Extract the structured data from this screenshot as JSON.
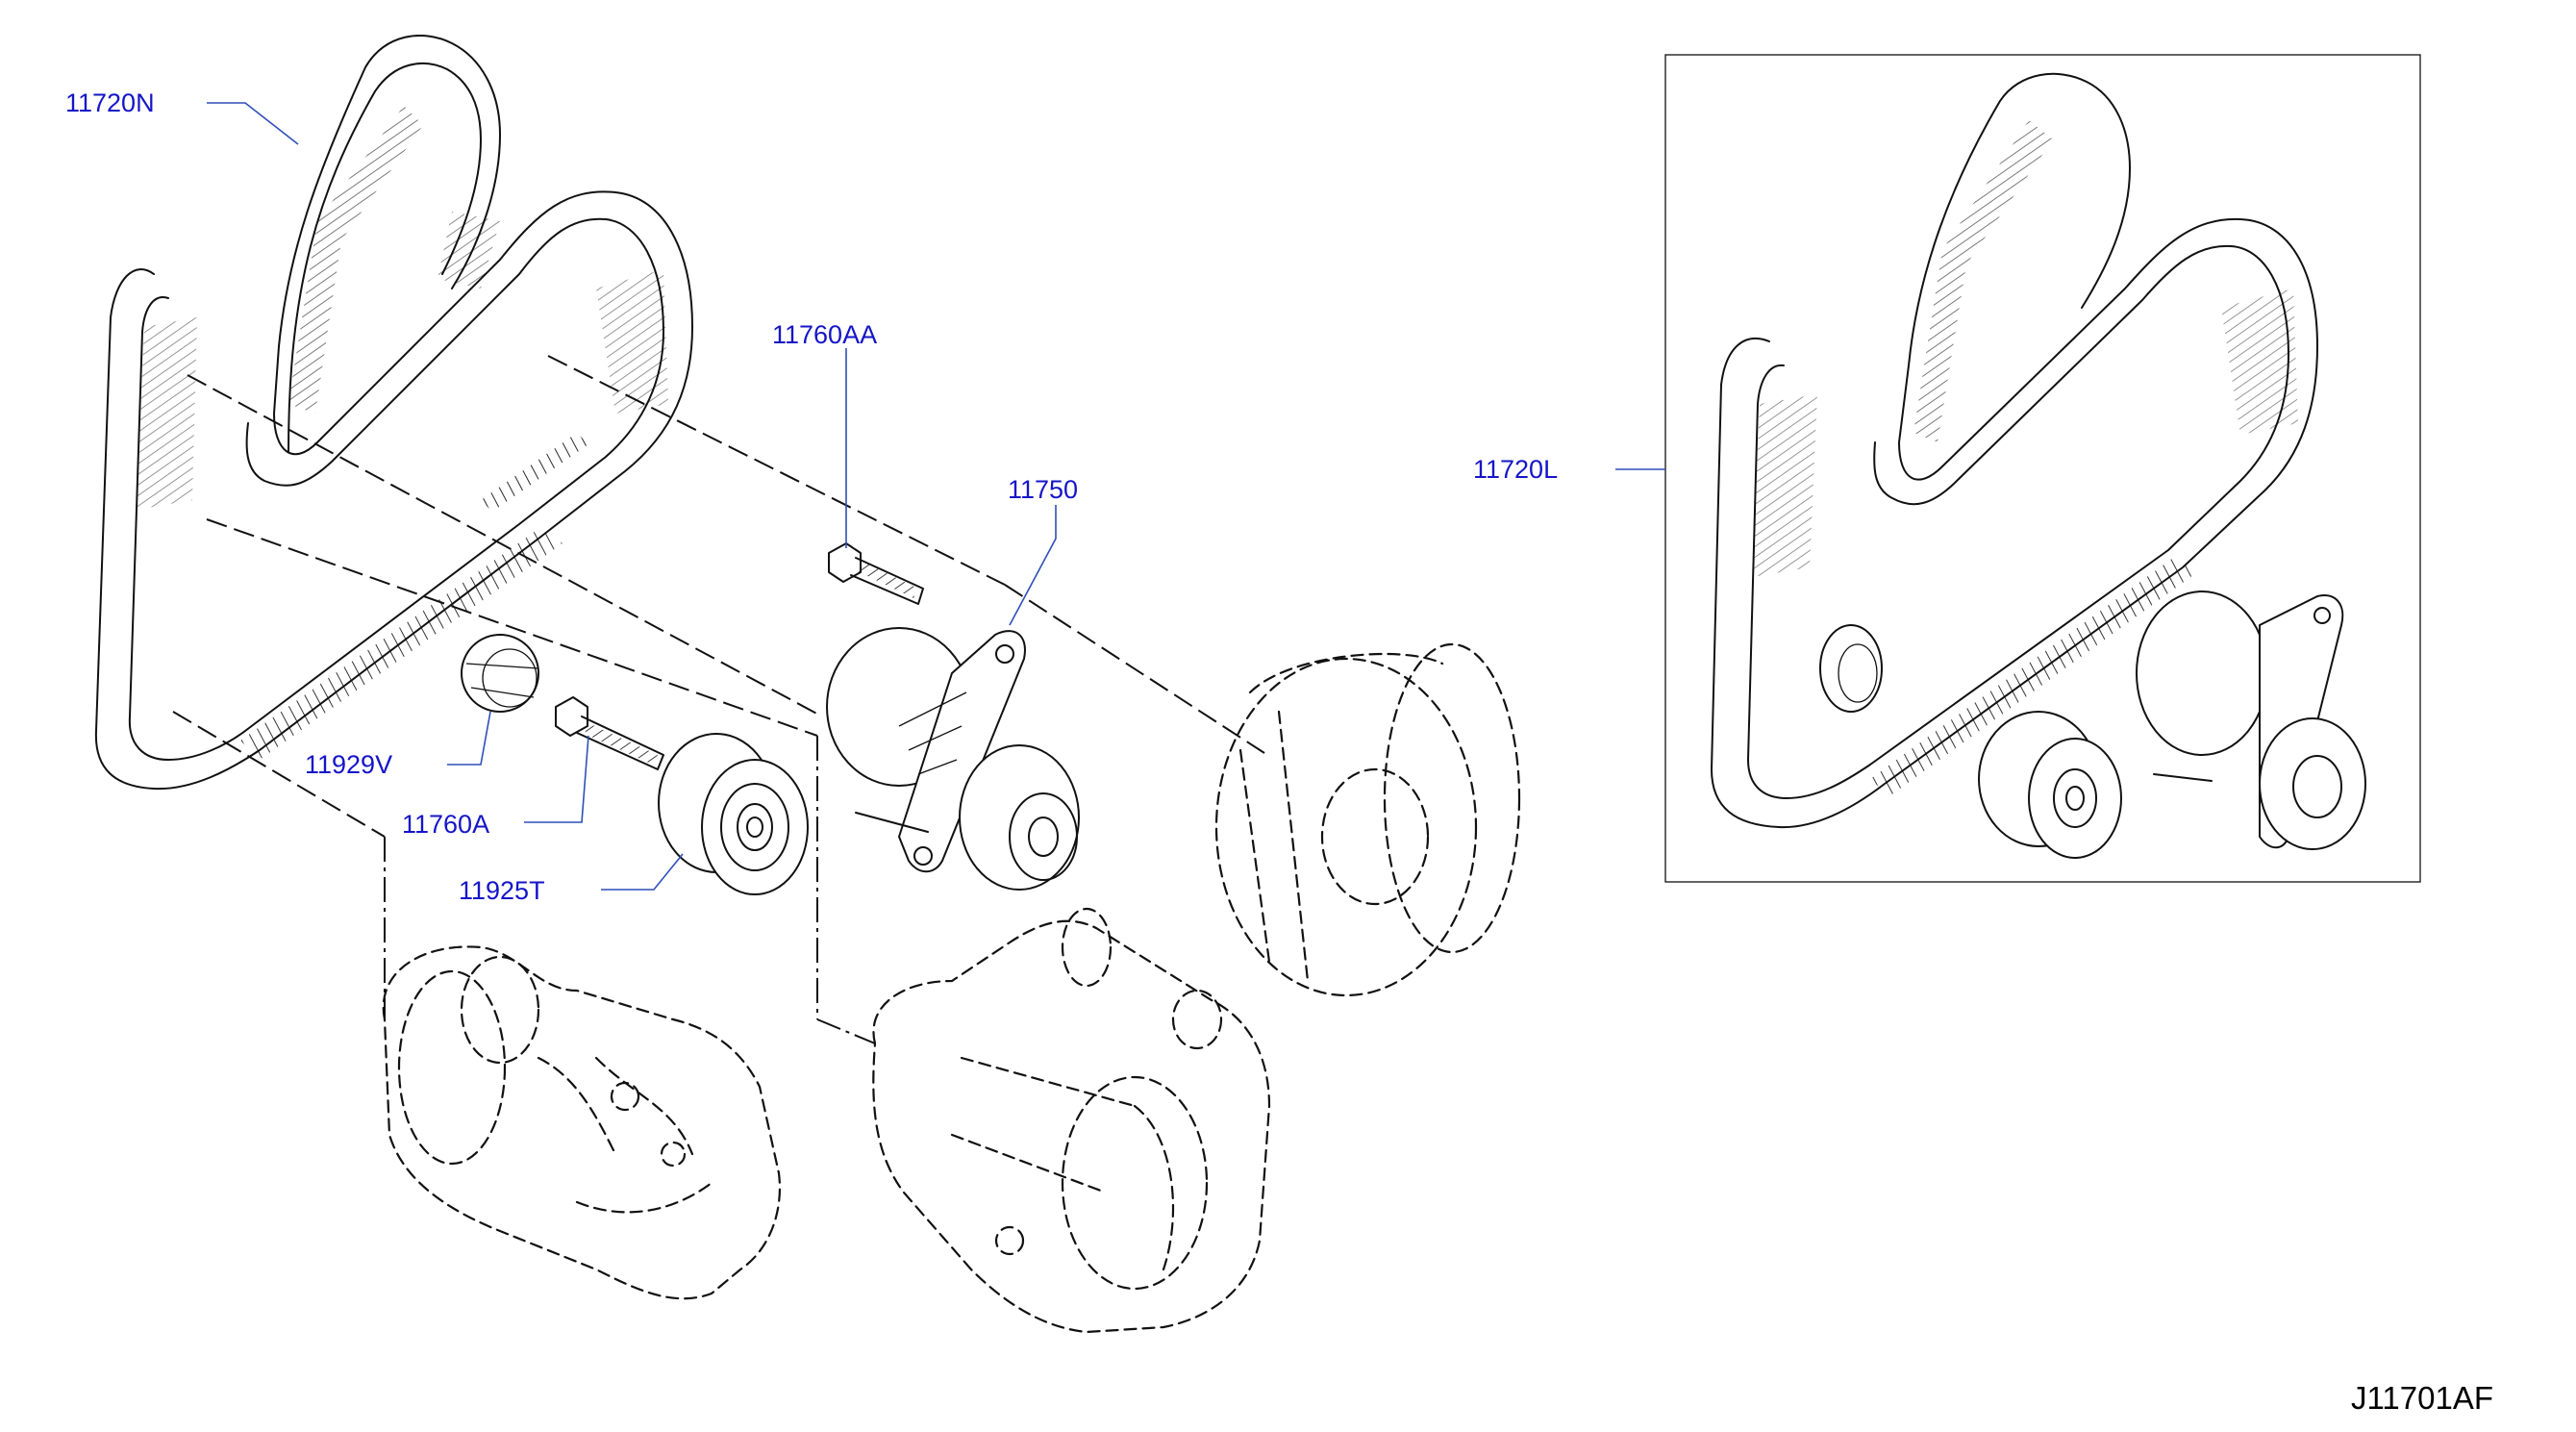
{
  "callouts": {
    "belt_n": "11720N",
    "bolt_aa": "11760AA",
    "tensioner": "11750",
    "belt_l": "11720L",
    "idler_cover": "11929V",
    "bolt_a": "11760A",
    "idler_pulley": "11925T"
  },
  "diagram_id": "J11701AF",
  "colors": {
    "callout_text": "#1515c8",
    "leader_line": "#2f4fb8",
    "line_art": "#111111"
  }
}
